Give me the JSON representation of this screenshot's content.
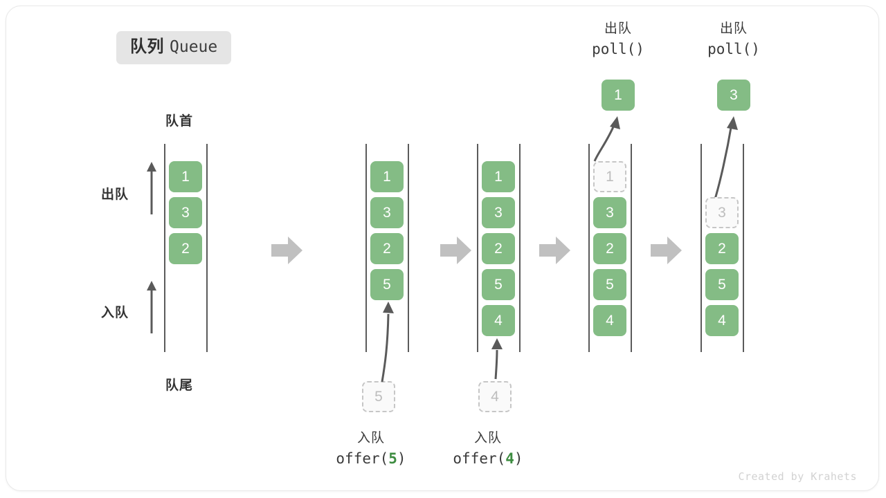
{
  "title": {
    "cn": "队列",
    "en": "Queue"
  },
  "labels": {
    "front": "队首",
    "rear": "队尾",
    "dequeue_dir": "出队",
    "enqueue_dir": "入队"
  },
  "colors": {
    "cell_green": "#84bc85",
    "ghost_border": "#c6c6c6",
    "ghost_text": "#bdbdbd",
    "rail": "#5a5a5a",
    "block_arrow": "#c0c0c0",
    "badge_bg": "#e5e5e5",
    "text_dark": "#333333",
    "code_accent": "#3d8c40",
    "watermark": "#d2d2d2"
  },
  "stages": [
    {
      "id": "stage-initial",
      "cells": [
        {
          "value": "1",
          "ghost": false
        },
        {
          "value": "3",
          "ghost": false
        },
        {
          "value": "2",
          "ghost": false
        }
      ]
    },
    {
      "id": "stage-offer-5",
      "cells": [
        {
          "value": "1",
          "ghost": false
        },
        {
          "value": "3",
          "ghost": false
        },
        {
          "value": "2",
          "ghost": false
        },
        {
          "value": "5",
          "ghost": false
        }
      ],
      "incoming": {
        "value": "5",
        "ghost": true
      },
      "caption": {
        "cn": "入队",
        "code_prefix": "offer(",
        "code_value": "5",
        "code_suffix": ")"
      }
    },
    {
      "id": "stage-offer-4",
      "cells": [
        {
          "value": "1",
          "ghost": false
        },
        {
          "value": "3",
          "ghost": false
        },
        {
          "value": "2",
          "ghost": false
        },
        {
          "value": "5",
          "ghost": false
        },
        {
          "value": "4",
          "ghost": false
        }
      ],
      "incoming": {
        "value": "4",
        "ghost": true
      },
      "caption": {
        "cn": "入队",
        "code_prefix": "offer(",
        "code_value": "4",
        "code_suffix": ")"
      }
    },
    {
      "id": "stage-poll-1",
      "cells": [
        {
          "value": "1",
          "ghost": true
        },
        {
          "value": "3",
          "ghost": false
        },
        {
          "value": "2",
          "ghost": false
        },
        {
          "value": "5",
          "ghost": false
        },
        {
          "value": "4",
          "ghost": false
        }
      ],
      "outgoing": {
        "value": "1",
        "ghost": false
      },
      "caption": {
        "cn": "出队",
        "code_prefix": "poll(",
        "code_value": "",
        "code_suffix": ")"
      }
    },
    {
      "id": "stage-poll-3",
      "cells": [
        {
          "value": "3",
          "ghost": true
        },
        {
          "value": "2",
          "ghost": false
        },
        {
          "value": "5",
          "ghost": false
        },
        {
          "value": "4",
          "ghost": false
        }
      ],
      "outgoing": {
        "value": "3",
        "ghost": false
      },
      "caption": {
        "cn": "出队",
        "code_prefix": "poll(",
        "code_value": "",
        "code_suffix": ")"
      }
    }
  ],
  "watermark": "Created by Krahets"
}
